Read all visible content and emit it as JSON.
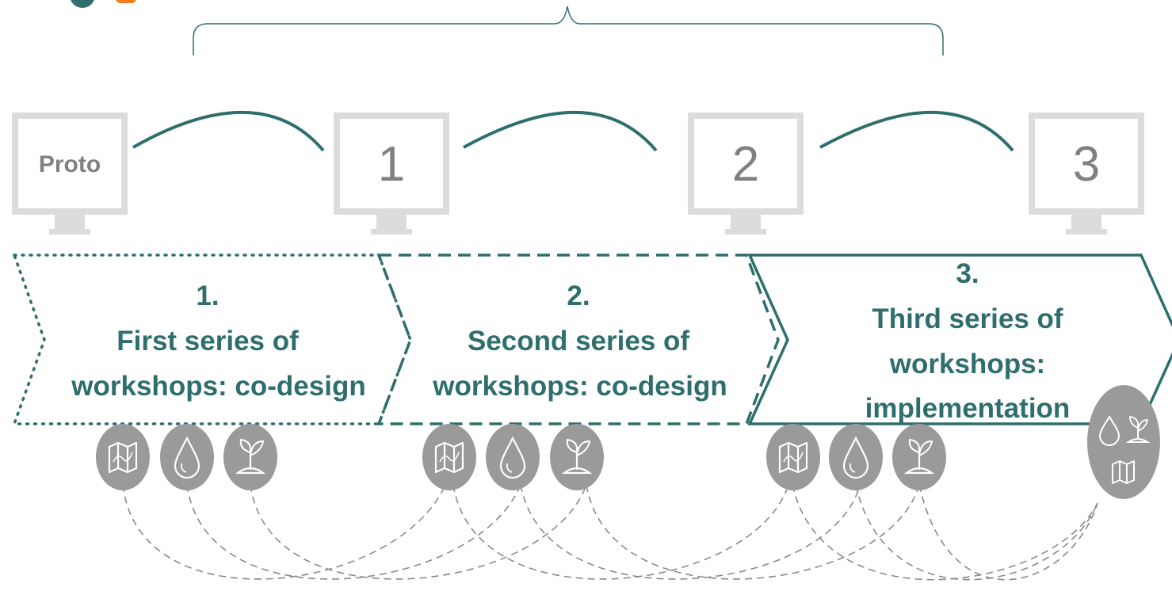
{
  "colors": {
    "teal": "#2e6e6c",
    "monitor_grey": "#dcdcdc",
    "label_grey": "#808080",
    "icon_grey": "#9a9a9a",
    "dash_grey": "#8a8a8a",
    "logo_orange": "#f47b20"
  },
  "monitors": [
    {
      "label": "Proto",
      "style": "small"
    },
    {
      "label": "1",
      "style": "big"
    },
    {
      "label": "2",
      "style": "big"
    },
    {
      "label": "3",
      "style": "big"
    }
  ],
  "phases": [
    {
      "number": "1.",
      "lines": [
        "First series of",
        "workshops: co-design"
      ],
      "border": "dotted"
    },
    {
      "number": "2.",
      "lines": [
        "Second series of",
        "workshops: co-design"
      ],
      "border": "dashed"
    },
    {
      "number": "3.",
      "lines": [
        "Third series of",
        "workshops:",
        "implementation"
      ],
      "border": "solid"
    }
  ],
  "icon_groups": [
    {
      "icons": [
        "map-icon",
        "water-drop-icon",
        "sprout-icon"
      ]
    },
    {
      "icons": [
        "map-icon",
        "water-drop-icon",
        "sprout-icon"
      ]
    },
    {
      "icons": [
        "map-icon",
        "water-drop-icon",
        "sprout-icon"
      ]
    },
    {
      "icons": [
        "combined-drop-sprout-map-icon"
      ]
    }
  ]
}
